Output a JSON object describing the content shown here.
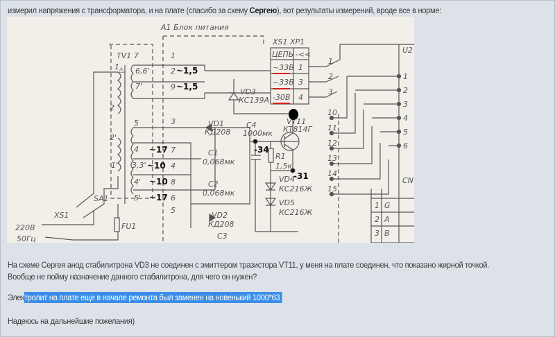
{
  "post": {
    "p1_before": "измерил напряжения с трансформатора, и на плате (спасибо за схему ",
    "p1_name": "Сергею",
    "p1_after": "), вот результаты измерений, вроде все в норме:",
    "p2": "На схеме Сергея анод стабилитрона VD3 не соединен с эмиттером тразистора VT11, у меня на плате соединен, что показано жирной точкой.",
    "p3": "Вообще не пойму назначение данного стабилитрона, для чего он нужен?",
    "p4_plain": "Элек",
    "p4_selected": "тролит на плате еще в начале ремонта был заменен на новенький 1000*63",
    "p5": "Надеюсь на дальнейшие пожелания)"
  },
  "schematic": {
    "title": "А1 Блок питания",
    "tv1": "TV1 7",
    "w66": "6,6'",
    "w7": "7'",
    "w1": "1",
    "w2": "2",
    "w2p": "2'",
    "w1p": "1'",
    "w5": "5",
    "w4": "4",
    "w33": "3,3'",
    "w4p": "4'",
    "w5p": "5'",
    "pins_left": [
      "1",
      "2",
      "9",
      "3",
      "7",
      "4",
      "8",
      "6",
      "5"
    ],
    "meas": {
      "v1": "~1,5",
      "v2": "~1,5",
      "v3": "~17",
      "v4": "~10",
      "v5": "~10",
      "v6": "~17",
      "v7": "-34",
      "v8": "-31"
    },
    "sa1": "SA1",
    "xs1": "XS1",
    "mains1": "220В",
    "mains2": "50Гц",
    "fu1": "FU1",
    "conn": {
      "head": "XS1  XP1",
      "col": "ЦЕПЬ",
      "arrow": "-<<",
      "rows": [
        {
          "n": "~33В",
          "p": "1"
        },
        {
          "n": "~33В",
          "p": "3"
        },
        {
          "n": "-30В",
          "p": "4"
        }
      ]
    },
    "vd3": "VD3",
    "vd3t": "КС139А",
    "vd1": "VD1",
    "vd1t": "КД208",
    "c4": "С4",
    "c4t": "1000мк",
    "vt11": "VT11",
    "vt11t": "КТ814Г",
    "c1": "С1",
    "c1t": "0,068мк",
    "c2": "С2",
    "c2t": "0,068мк",
    "r1": "R1",
    "r1t": "1,5к",
    "vd4": "VD4",
    "vd4t": "КС216Ж",
    "vd5": "VD5",
    "vd5t": "КС216Ж",
    "vd2": "VD2",
    "vd2t": "КД208",
    "c3": "С3",
    "u2": "U2",
    "u2pins": [
      "1",
      "2",
      "3",
      "4",
      "5",
      "6"
    ],
    "midpins": [
      "10",
      "11",
      "12",
      "13",
      "14",
      "15"
    ],
    "cn": "CN",
    "cnrows": [
      "1",
      "2",
      "3"
    ],
    "cnlabels": [
      "G",
      "A",
      "B"
    ],
    "wires": [
      "1",
      "2",
      "3"
    ],
    "underline_color": "#d42020"
  }
}
